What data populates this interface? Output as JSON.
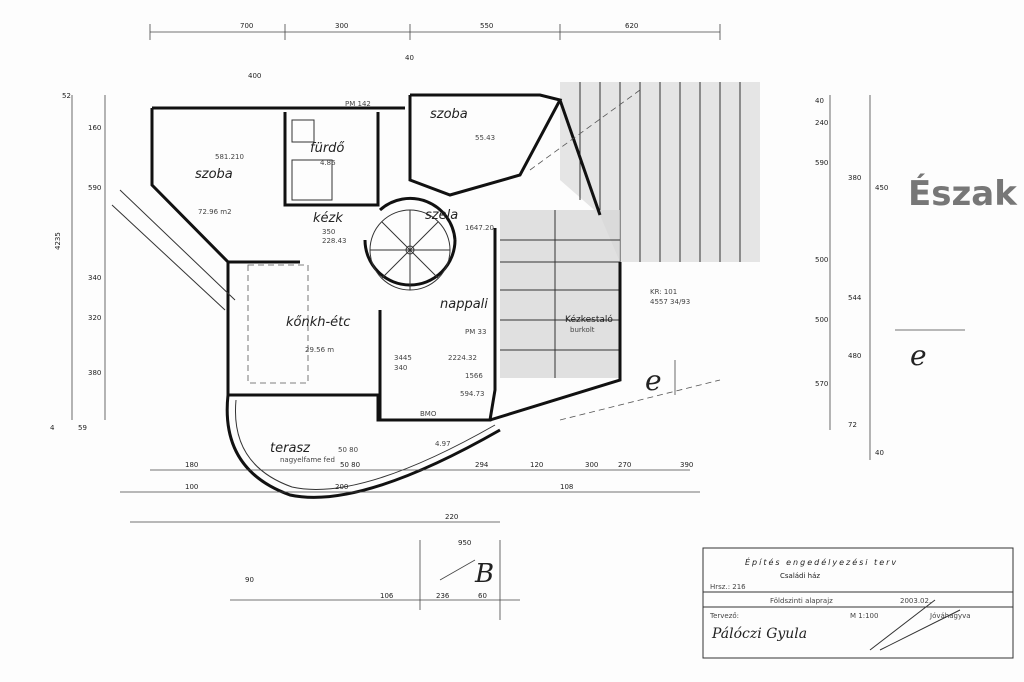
{
  "rooms": {
    "szoba_left": "szoba",
    "szoba_right": "szoba",
    "furdo": "fürdő",
    "kezk": "kézk",
    "szela": "szela",
    "nappali": "nappali",
    "konyha": "kőnkh-étc",
    "terasz": "terasz",
    "terasz_sub": "nagyelfame fed",
    "kezkestalo": "Kézkestaló",
    "kezkestalo_sub": "burkolt"
  },
  "room_values": {
    "szoba_left_area": "72.96 m2",
    "szoba_left_dim": "581.210",
    "szoba_right_dim": "55.43",
    "furdo_area": "4.86",
    "kezk_dim": "350",
    "kezk_area": "228.43",
    "szela_dim": "1647.20",
    "konyha_area": "29.56 m",
    "nappali_area": "2224.32",
    "nappali_b": "1566",
    "nappali_c": "594.73",
    "wall_a": "3445",
    "wall_b": "340",
    "pm_a": "PM 33",
    "pm_b": "PM 142",
    "kr": "KR: 101",
    "kr_b": "4557 34/93",
    "bmo": "BMO",
    "terrace_dim": "50 80",
    "terrace_lvl": "4.97"
  },
  "compass": "Észak",
  "section_marks": {
    "e_main": "e",
    "e_right": "e",
    "b": "B"
  },
  "dims": {
    "top": [
      "700",
      "300",
      "550",
      "620",
      "40",
      "400"
    ],
    "left": [
      "4235",
      "52",
      "160",
      "590",
      "340",
      "320",
      "380",
      "4",
      "59"
    ],
    "right": [
      "40",
      "240",
      "590",
      "380",
      "450",
      "500",
      "544",
      "500",
      "480",
      "570",
      "72",
      "40"
    ],
    "bottom1": [
      "180",
      "50 80",
      "294",
      "120",
      "300",
      "270",
      "390"
    ],
    "bottom2": [
      "100",
      "200",
      "108",
      "220"
    ],
    "bottom3": [
      "950",
      "90",
      "106",
      "236",
      "60"
    ]
  },
  "title_block": {
    "line1": "Építés engedélyezési terv",
    "line2": "Családi ház",
    "line3": "Hrsz.: 216",
    "line4": "Földszinti alaprajz",
    "designer_label": "Tervező:",
    "scale": "M 1:100",
    "date": "2003.02.",
    "approval": "Jóváhagyva",
    "signature": "Pálóczi Gyula"
  }
}
